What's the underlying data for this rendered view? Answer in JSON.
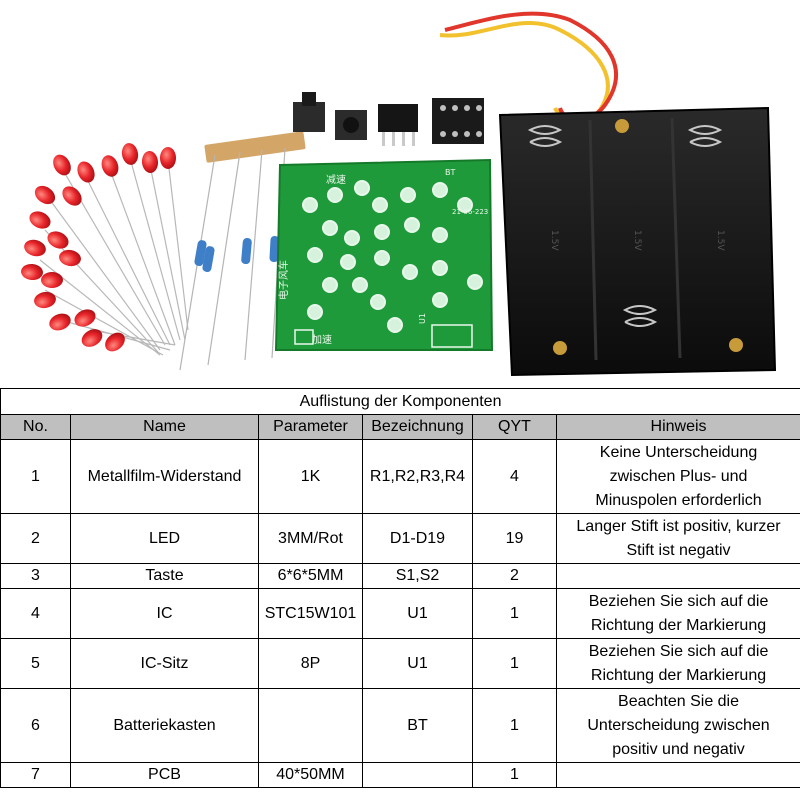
{
  "photo": {
    "pcb_silk": {
      "btn_top": "减速",
      "btn_bottom": "加速",
      "board_name": "电子风车",
      "bt": "BT",
      "u1": "U1",
      "date": "21-06-223",
      "batt_voltage": "1.5V"
    }
  },
  "table": {
    "caption": "Auflistung der Komponenten",
    "headers": {
      "no": "No.",
      "name": "Name",
      "param": "Parameter",
      "desig": "Bezeichnung",
      "qty": "QYT",
      "note": "Hinweis"
    },
    "rows": [
      {
        "no": "1",
        "name": "Metallfilm-Widerstand",
        "param": "1K",
        "desig": "R1,R2,R3,R4",
        "qty": "4",
        "note": [
          "Keine Unterscheidung",
          "zwischen Plus- und",
          "Minuspolen erforderlich"
        ]
      },
      {
        "no": "2",
        "name": "LED",
        "param": "3MM/Rot",
        "desig": "D1-D19",
        "qty": "19",
        "note": [
          "Langer Stift ist positiv, kurzer",
          "Stift ist negativ"
        ]
      },
      {
        "no": "3",
        "name": "Taste",
        "param": "6*6*5MM",
        "desig": "S1,S2",
        "qty": "2",
        "note": []
      },
      {
        "no": "4",
        "name": "IC",
        "param": "STC15W101",
        "desig": "U1",
        "qty": "1",
        "note": [
          "Beziehen Sie sich auf die",
          "Richtung der Markierung"
        ]
      },
      {
        "no": "5",
        "name": "IC-Sitz",
        "param": "8P",
        "desig": "U1",
        "qty": "1",
        "note": [
          "Beziehen Sie sich auf die",
          "Richtung der Markierung"
        ]
      },
      {
        "no": "6",
        "name": "Batteriekasten",
        "param": "",
        "desig": "BT",
        "qty": "1",
        "note": [
          "Beachten Sie die",
          "Unterscheidung zwischen",
          "positiv und negativ"
        ]
      },
      {
        "no": "7",
        "name": "PCB",
        "param": "40*50MM",
        "desig": "",
        "qty": "1",
        "note": []
      }
    ]
  },
  "colors": {
    "header_bg": "#bfbfbf",
    "pcb_green": "#1f9a3a",
    "led_red": "#e8262b",
    "battery_black": "#141414"
  }
}
